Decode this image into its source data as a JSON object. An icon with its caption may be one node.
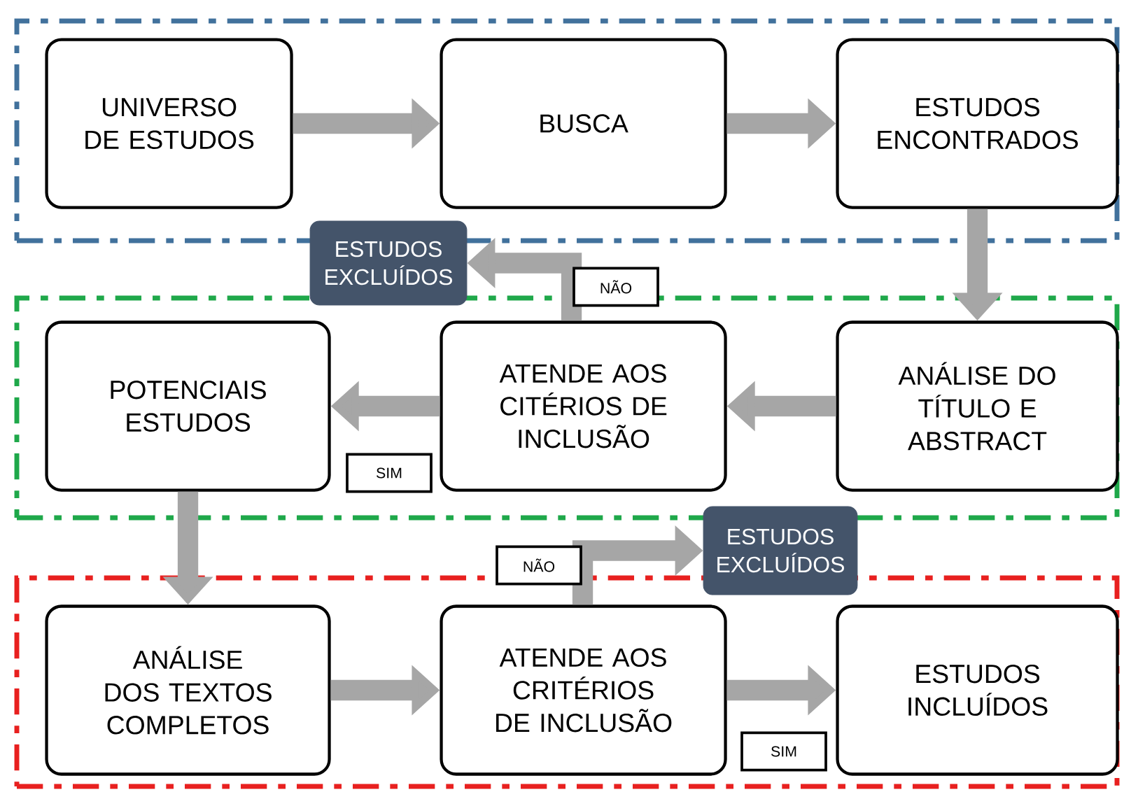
{
  "diagram": {
    "nodes": [
      {
        "text": [],
        "shape": "box"
      },
      {
        "text": [
          "UNIVERSO DE ESTUDOS"
        ],
        "in": 0
      },
      {
        "text": [
          "BUSCA"
        ],
        "in": 0
      },
      {
        "text": [
          "ESTUDOS ENCONTRADOS"
        ],
        "in": 0
      },
      {
        "text": [
          "ESTUDOS EXCLUÍDOS"
        ]
      },
      {
        "text": [],
        "shape": "box"
      },
      {
        "text": [
          "POTENCIAIS ESTUDOS"
        ],
        "in": 5
      },
      {
        "text": [
          "ATENDE AOS CITÉRIOS DE INCLUSÃO"
        ],
        "in": 5
      },
      {
        "text": [
          "ANÁLISE DO TÍTULO E ABSTRACT"
        ],
        "in": 5
      },
      {
        "text": [
          "ESTUDOS EXCLUÍDOS"
        ]
      },
      {
        "text": [],
        "shape": "box"
      },
      {
        "text": [
          "ANÁLISE DOS TEXTOS COMPLETOS"
        ],
        "in": 10
      },
      {
        "text": [
          "ATENDE AOS CRITÉRIOS DE INCLUSÃO"
        ],
        "in": 10
      },
      {
        "text": [
          "ESTUDOS INCLUÍDOS"
        ],
        "in": 10
      }
    ],
    "edges": [
      {
        "from": 1,
        "to": 2,
        "arrow": "to"
      },
      {
        "from": 2,
        "to": 3,
        "arrow": "to"
      },
      {
        "from": 3,
        "to": 8,
        "arrow": "to"
      },
      {
        "from": 8,
        "to": 7,
        "arrow": "to"
      },
      {
        "from": 7,
        "to": 4,
        "arrow": "to",
        "label": "NÃO"
      },
      {
        "from": 7,
        "to": 6,
        "arrow": "to",
        "label": "SIM"
      },
      {
        "from": 6,
        "to": 11,
        "arrow": "to"
      },
      {
        "from": 11,
        "to": 12,
        "arrow": "to"
      },
      {
        "from": 12,
        "to": 9,
        "arrow": "to",
        "label": "NÃO"
      },
      {
        "from": 12,
        "to": 13,
        "arrow": "to",
        "label": "SIM"
      }
    ]
  }
}
